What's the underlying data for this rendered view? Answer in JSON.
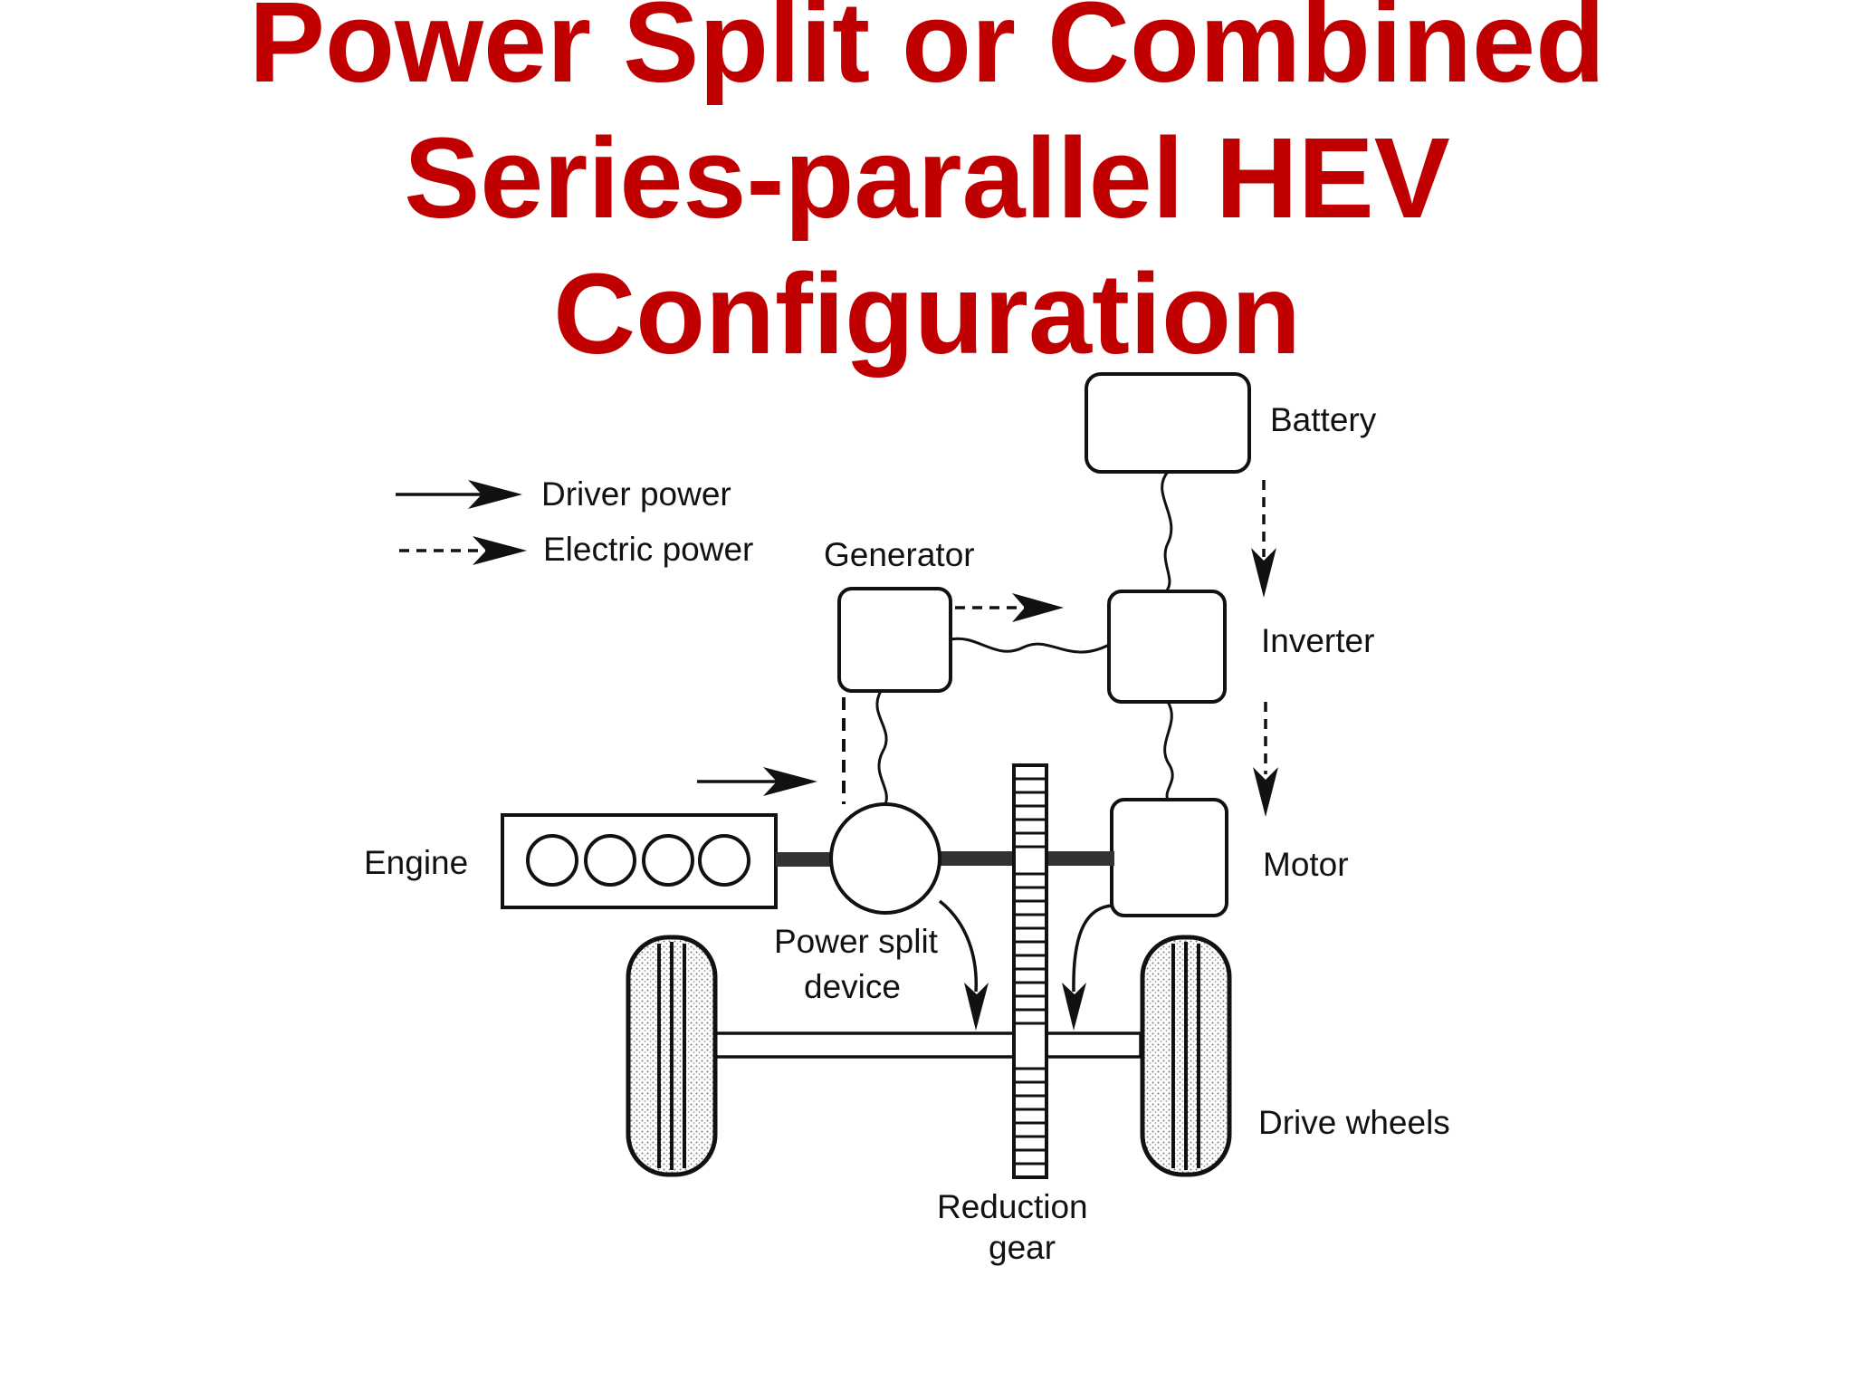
{
  "title": {
    "line1": "Power Split or Combined",
    "line2": "Series-parallel HEV",
    "line3": "Configuration"
  },
  "legend": {
    "driver_power": "Driver power",
    "electric_power": "Electric power"
  },
  "labels": {
    "battery": "Battery",
    "generator": "Generator",
    "inverter": "Inverter",
    "motor": "Motor",
    "engine": "Engine",
    "power_split_1": "Power split",
    "power_split_2": "device",
    "drive_wheels": "Drive wheels",
    "reduction_gear_1": "Reduction",
    "reduction_gear_2": "gear"
  },
  "colors": {
    "title": "#c00000",
    "ink": "#111111"
  }
}
